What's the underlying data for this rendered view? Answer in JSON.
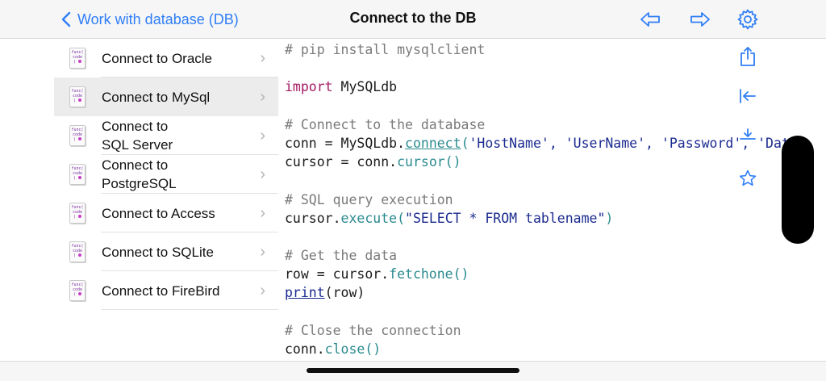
{
  "nav": {
    "back_label": "Work with database (DB)",
    "title": "Connect to the DB",
    "icons": [
      "arrow-left-icon",
      "arrow-right-icon",
      "gear-icon"
    ]
  },
  "sidebar": {
    "icon_text": "func(\ncode\n)",
    "items": [
      {
        "label": "Connect to Oracle"
      },
      {
        "label": "Connect to MySql",
        "selected": true
      },
      {
        "label": "Connect to\nSQL Server"
      },
      {
        "label": "Connect to\nPostgreSQL"
      },
      {
        "label": "Connect to Access"
      },
      {
        "label": "Connect to SQLite"
      },
      {
        "label": "Connect to FireBird"
      }
    ]
  },
  "code": {
    "l1": "# pip install mysqlclient",
    "l2_kw": "import",
    "l2_rest": " MySQLdb",
    "l3": "# Connect to the database",
    "l4_a": "conn = MySQLdb.",
    "l4_fn": "connect",
    "l4_b": "(",
    "l4_s": "'HostName', 'UserName', 'Password', 'Dat",
    "l5_a": "cursor = conn.",
    "l5_fn": "cursor()",
    "l6": "# SQL query execution",
    "l7_a": "cursor.",
    "l7_fn": "execute(",
    "l7_s": "\"SELECT * FROM tablename\"",
    "l7_b": ")",
    "l8": "# Get the data",
    "l9_a": "row = cursor.",
    "l9_fn": "fetchone()",
    "l10_fn": "print",
    "l10_b": "(row)",
    "l11": "# Close the connection",
    "l12_a": "conn.",
    "l12_fn": "close()"
  },
  "toolbar": {
    "icons": [
      "share-icon",
      "collapse-left-icon",
      "download-icon",
      "star-icon"
    ]
  },
  "colors": {
    "accent": "#2f7ef6",
    "keyword": "#a41a62",
    "function": "#2a8a8f",
    "string": "#1b2b8f",
    "comment": "#7a7a7a"
  }
}
